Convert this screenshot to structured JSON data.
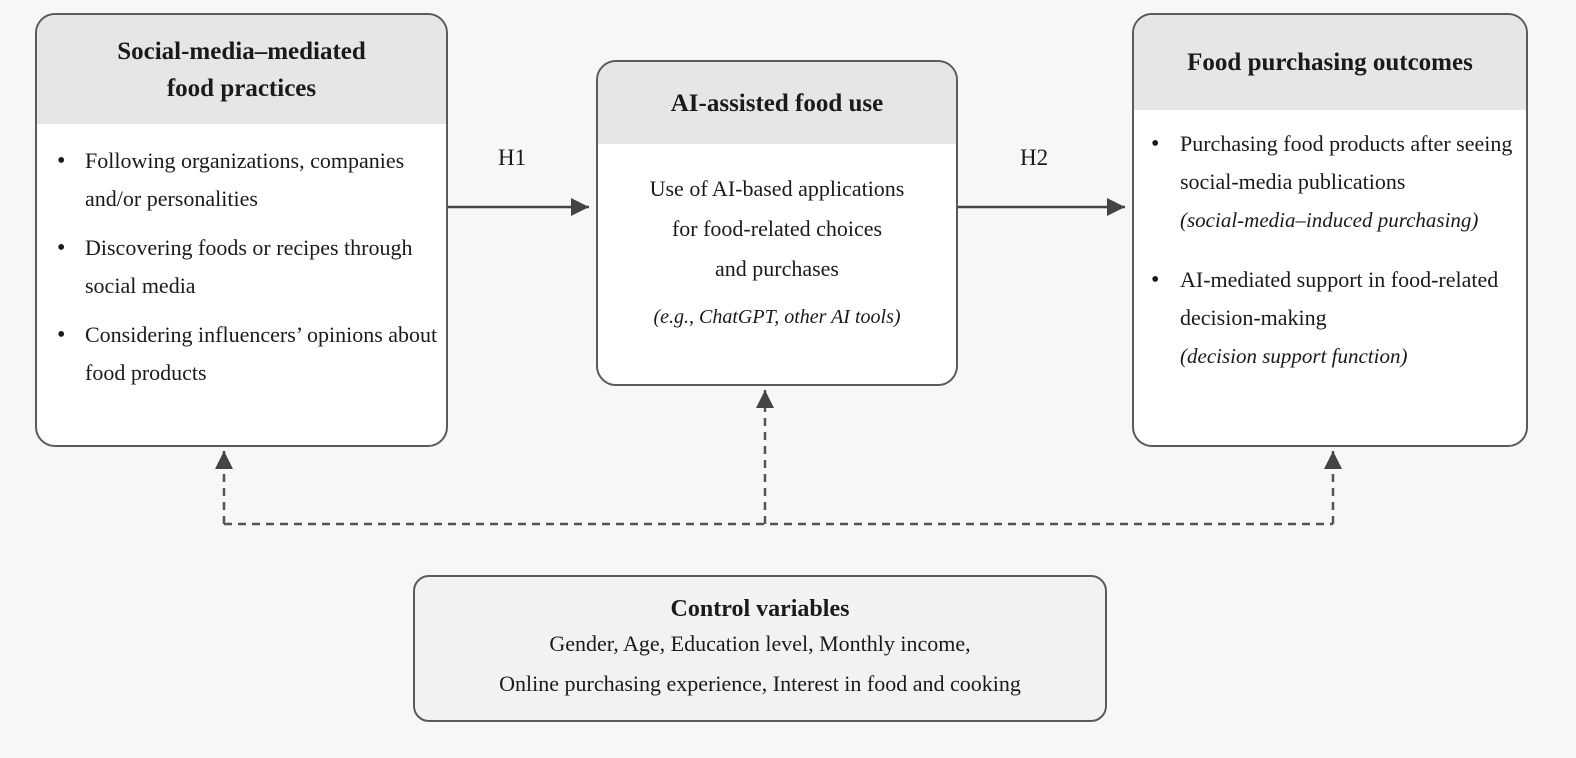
{
  "left_box": {
    "title": "Social-media–mediated food practices",
    "items": [
      "Following organizations, companies and/or personalities",
      "Discovering foods or recipes through social media",
      "Considering influencers’ opinions about food products"
    ]
  },
  "middle_box": {
    "title": "AI-assisted food use",
    "body_lines": [
      "Use of AI-based applications",
      "for food-related choices",
      "and purchases"
    ],
    "example": "(e.g., ChatGPT, other AI tools)"
  },
  "right_box": {
    "title": "Food purchasing outcomes",
    "items": [
      {
        "text": "Purchasing food products after seeing social-media publications",
        "sub": "(social-media–induced purchasing)"
      },
      {
        "text": "AI-mediated support in food-related decision-making",
        "sub": "(decision support function)"
      }
    ]
  },
  "hypotheses": {
    "h1": "H1",
    "h2": "H2"
  },
  "control_box": {
    "title": "Control variables",
    "lines": [
      "Gender, Age, Education level, Monthly income,",
      "Online purchasing experience, Interest in food and cooking"
    ]
  },
  "colors": {
    "box_border": "#5a5a5a",
    "header_fill": "#e6e6e6",
    "arrow": "#444444"
  }
}
